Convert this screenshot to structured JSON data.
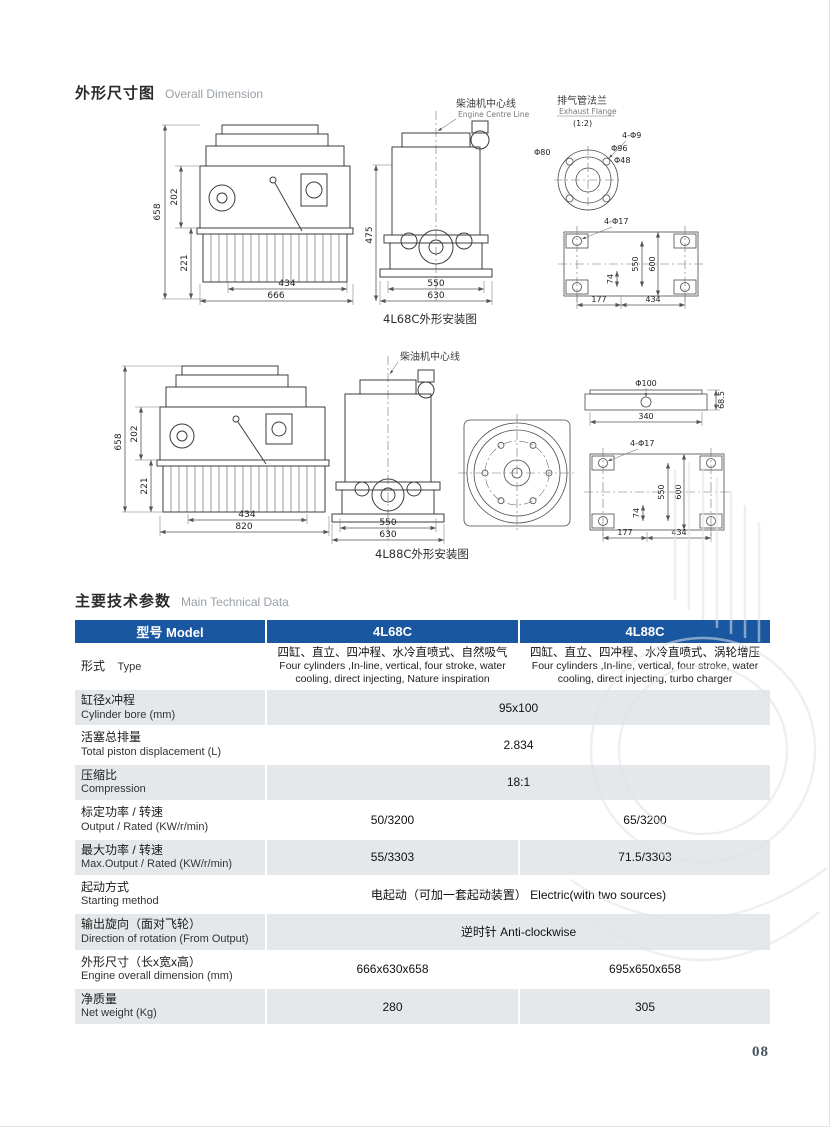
{
  "page": {
    "number": "08"
  },
  "sections": {
    "dimension": {
      "title_cn": "外形尺寸图",
      "title_en": "Overall Dimension"
    },
    "technical": {
      "title_cn": "主要技术参数",
      "title_en": "Main Technical Data"
    }
  },
  "drawings": {
    "d68": {
      "caption": "4L68C外形安装图",
      "centre_line_cn": "柴油机中心线",
      "centre_line_en": "Engine Centre Line",
      "flange_cn": "排气管法兰",
      "flange_en": "Exhaust Flange",
      "flange_scale": "(1:2)",
      "flange_holes": "4-Φ9",
      "flange_d_outer": "Φ96",
      "flange_d_bolt": "Φ80",
      "flange_d_bore": "Φ48",
      "dim_658": "658",
      "dim_202": "202",
      "dim_221": "221",
      "dim_434": "434",
      "dim_666": "666",
      "dim_475": "475",
      "dim_550": "550",
      "dim_630": "630",
      "mount_holes": "4-Φ17",
      "mount_550": "550",
      "mount_600": "600",
      "mount_74": "74",
      "mount_177": "177",
      "mount_434": "434"
    },
    "d88": {
      "caption": "4L88C外形安装图",
      "centre_line_cn": "柴油机中心线",
      "dim_658": "658",
      "dim_202": "202",
      "dim_221": "221",
      "dim_434": "434",
      "dim_820": "820",
      "dim_550": "550",
      "dim_630": "630",
      "top_d": "Φ100",
      "top_340": "340",
      "top_685": "68.5",
      "mount_holes": "4-Φ17",
      "mount_550": "550",
      "mount_600": "600",
      "mount_74": "74",
      "mount_177": "177",
      "mount_434": "434"
    }
  },
  "table": {
    "header": {
      "model": "型号 Model",
      "col1": "4L68C",
      "col2": "4L88C"
    },
    "rows": [
      {
        "label_cn": "形式",
        "label_en": "Type",
        "value1_cn": "四缸、直立、四冲程、水冷直喷式、自然吸气",
        "value1_en": "Four cylinders ,In-line, vertical, four stroke, water cooling, direct injecting, Nature inspiration",
        "value2_cn": "四缸、直立、四冲程、水冷直喷式、涡轮增压",
        "value2_en": "Four cylinders ,In-line, vertical, four stroke, water cooling, direct injecting, turbo charger"
      },
      {
        "label_cn": "缸径x冲程",
        "label_en": "Cylinder bore (mm)",
        "value": "95x100"
      },
      {
        "label_cn": "活塞总排量",
        "label_en": "Total piston displacement (L)",
        "value": "2.834"
      },
      {
        "label_cn": "压缩比",
        "label_en": "Compression",
        "value": "18:1"
      },
      {
        "label_cn": "标定功率 / 转速",
        "label_en": "Output / Rated (KW/r/min)",
        "value1": "50/3200",
        "value2": "65/3200"
      },
      {
        "label_cn": "最大功率 / 转速",
        "label_en": "Max.Output / Rated (KW/r/min)",
        "value1": "55/3303",
        "value2": "71.5/3303"
      },
      {
        "label_cn": "起动方式",
        "label_en": "Starting method",
        "value": "电起动（可加一套起动装置）  Electric(with two sources)"
      },
      {
        "label_cn": "输出旋向（面对飞轮）",
        "label_en": "Direction of rotation (From Output)",
        "value": "逆时针 Anti-clockwise"
      },
      {
        "label_cn": "外形尺寸（长x宽x高）",
        "label_en": "Engine overall dimension (mm)",
        "value1": "666x630x658",
        "value2": "695x650x658"
      },
      {
        "label_cn": "净质量",
        "label_en": "Net weight (Kg)",
        "value1": "280",
        "value2": "305"
      }
    ]
  }
}
